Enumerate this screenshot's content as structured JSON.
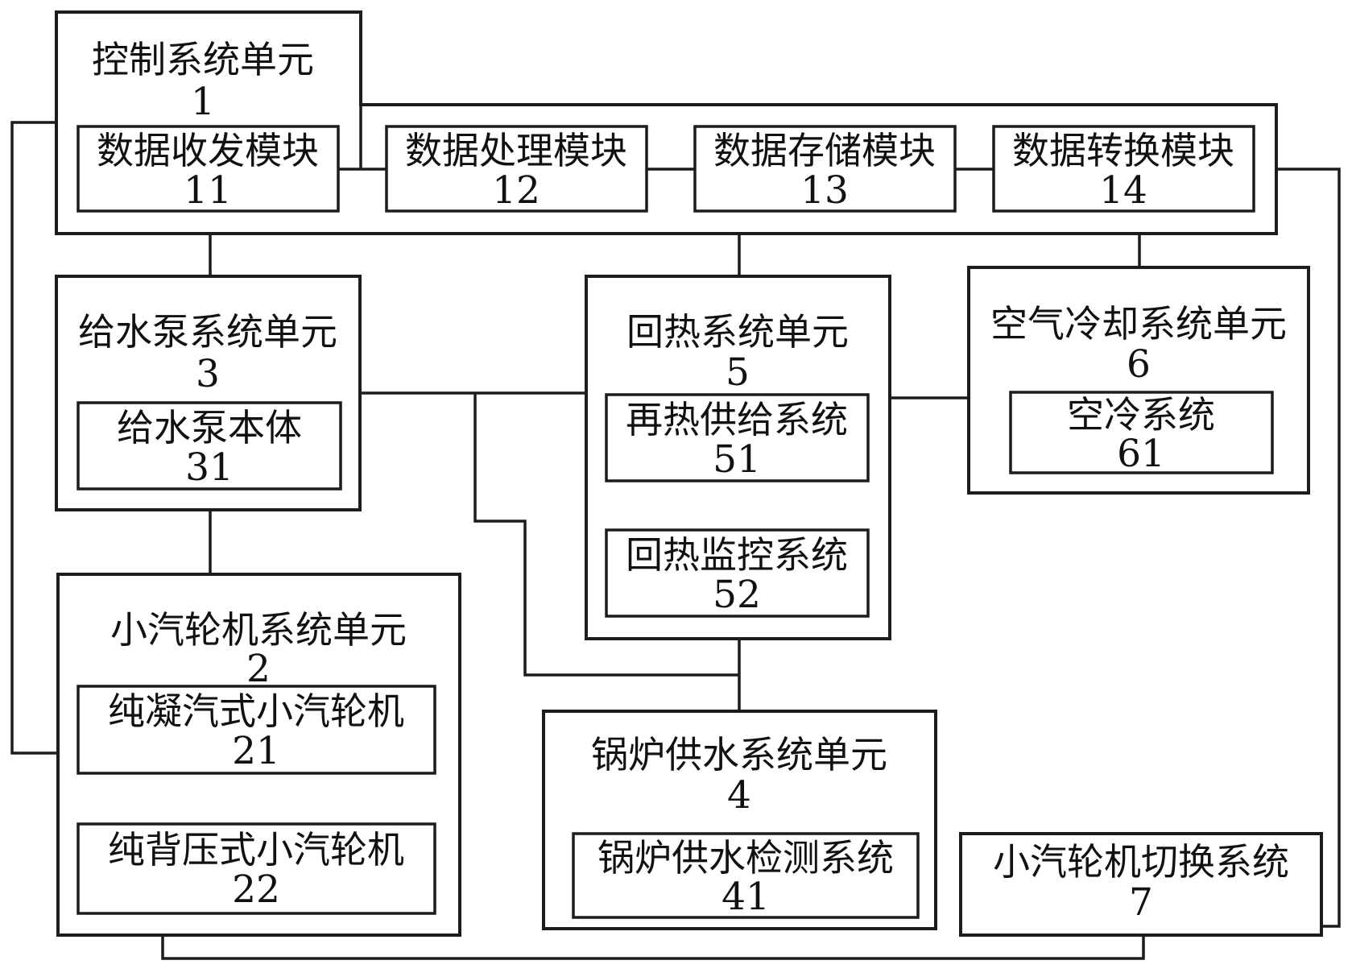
{
  "diagram": {
    "title": "control-system-block-diagram",
    "colors": {
      "background": "#ffffff",
      "line": "#1c1c1c",
      "text": "#111111"
    },
    "nodes": {
      "control": {
        "label": "控制系统单元",
        "num": "1"
      },
      "m11": {
        "label": "数据收发模块",
        "num": "11"
      },
      "m12": {
        "label": "数据处理模块",
        "num": "12"
      },
      "m13": {
        "label": "数据存储模块",
        "num": "13"
      },
      "m14": {
        "label": "数据转换模块",
        "num": "14"
      },
      "pump": {
        "label": "给水泵系统单元",
        "num": "3"
      },
      "pumpBody": {
        "label": "给水泵本体",
        "num": "31"
      },
      "regen": {
        "label": "回热系统单元",
        "num": "5"
      },
      "reheat": {
        "label": "再热供给系统",
        "num": "51"
      },
      "regenMon": {
        "label": "回热监控系统",
        "num": "52"
      },
      "aircool": {
        "label": "空气冷却系统单元",
        "num": "6"
      },
      "aircoolSys": {
        "label": "空冷系统",
        "num": "61"
      },
      "turbine": {
        "label": "小汽轮机系统单元",
        "num": "2"
      },
      "condensing": {
        "label": "纯凝汽式小汽轮机",
        "num": "21"
      },
      "backpressure": {
        "label": "纯背压式小汽轮机",
        "num": "22"
      },
      "boiler": {
        "label": "锅炉供水系统单元",
        "num": "4"
      },
      "boilerDet": {
        "label": "锅炉供水检测系统",
        "num": "41"
      },
      "switch": {
        "label": "小汽轮机切换系统",
        "num": "7"
      }
    }
  }
}
